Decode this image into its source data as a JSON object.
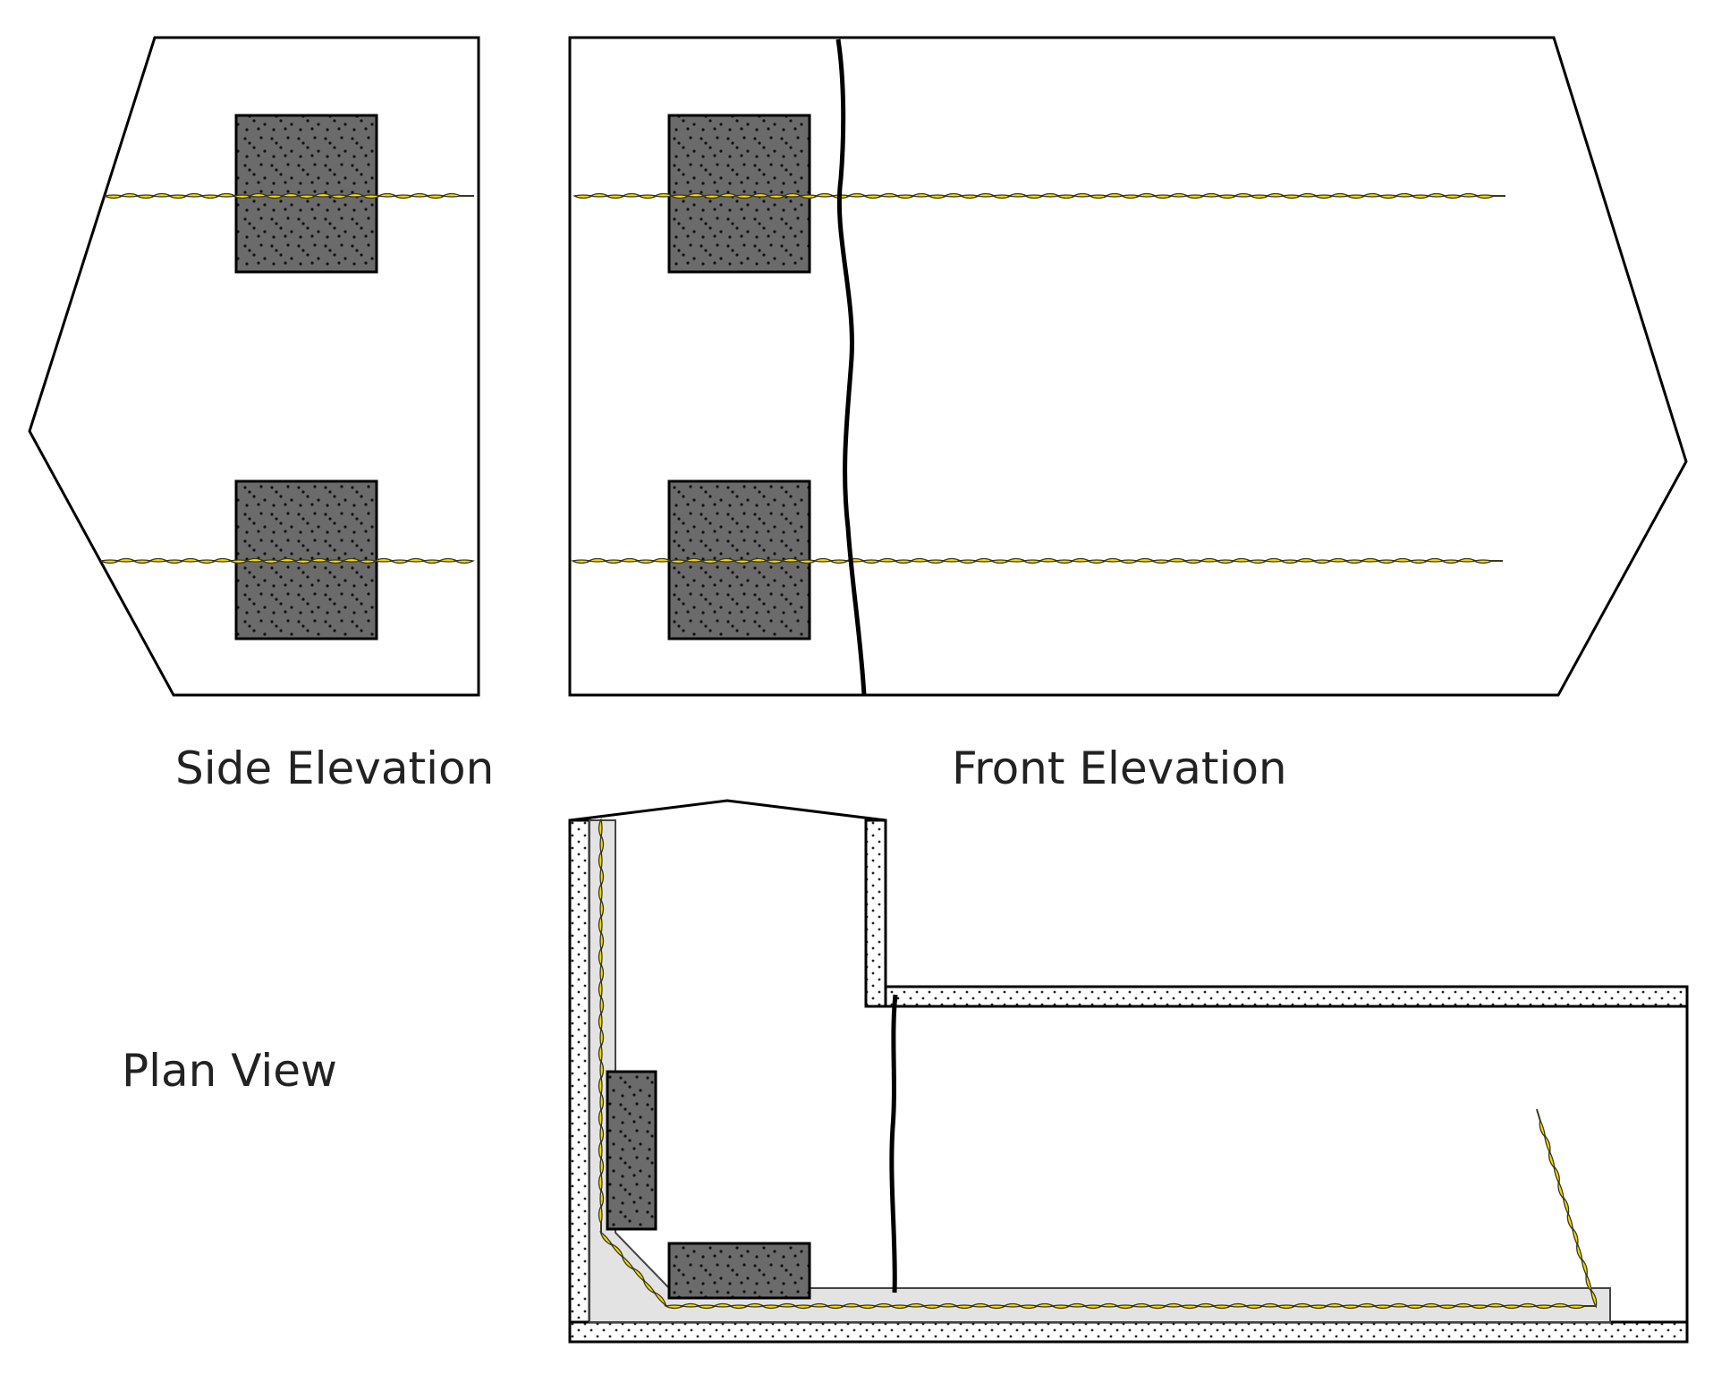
{
  "labels": {
    "side_elevation": "Side Elevation",
    "front_elevation": "Front Elevation",
    "plan_view": "Plan View"
  },
  "colors": {
    "outline": "#000000",
    "block_fill": "#6b6b6b",
    "block_dots": "#111111",
    "wire_yellow": "#f5d90a",
    "wire_dark": "#3a3a1a",
    "liner_gray": "#e3e3e3",
    "wall_dots": "#222222",
    "background": "#ffffff"
  },
  "legend_icons": [
    "concrete-block",
    "twisted-yellow-wire",
    "joint-line",
    "stippled-wall"
  ]
}
